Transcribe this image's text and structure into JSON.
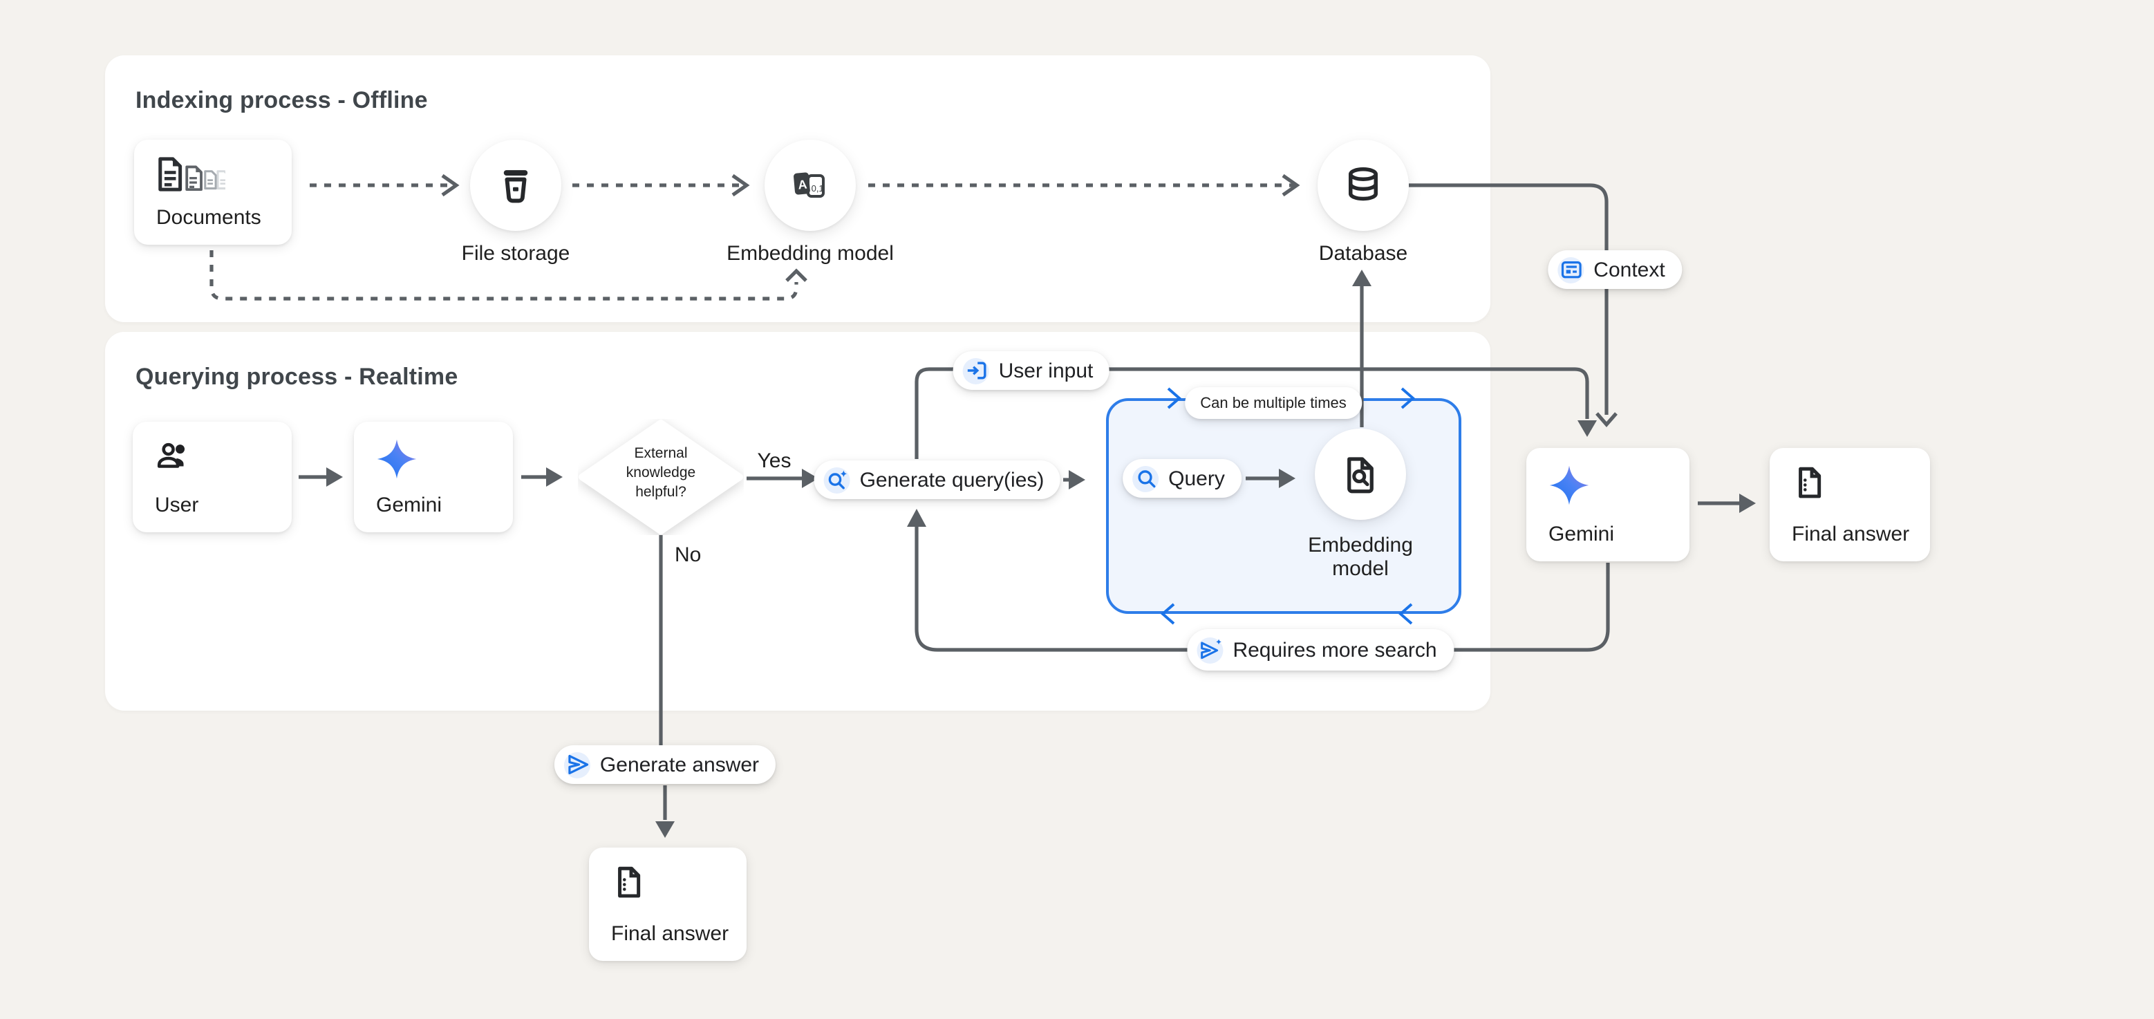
{
  "colors": {
    "background": "#f4f2ee",
    "panel": "#ffffff",
    "connector_gray": "#5b6065",
    "accent_blue": "#1a73e8",
    "loop_box_border": "#2e7de9",
    "loop_box_fill": "#f0f5fd",
    "icon_dark": "#26282b",
    "gemini_gradient_start": "#1b72f0",
    "gemini_gradient_end": "#9b7ae0"
  },
  "panels": {
    "indexing": {
      "title": "Indexing process - Offline"
    },
    "querying": {
      "title": "Querying process - Realtime"
    }
  },
  "nodes": {
    "documents": {
      "label": "Documents"
    },
    "file_storage": {
      "label": "File storage"
    },
    "embedding_model": {
      "label": "Embedding model",
      "icon_a": "A",
      "icon_nums": "0,1"
    },
    "database": {
      "label": "Database"
    },
    "user": {
      "label": "User"
    },
    "gemini": {
      "label": "Gemini"
    },
    "decision": {
      "line1": "External",
      "line2": "knowledge",
      "line3": "helpful?"
    },
    "embedding_model_loop": {
      "line1": "Embedding",
      "line2": "model"
    },
    "gemini_right": {
      "label": "Gemini"
    },
    "final_answer_right": {
      "label": "Final answer"
    },
    "final_answer_bottom": {
      "label": "Final answer"
    }
  },
  "pills": {
    "user_input": {
      "label": "User input"
    },
    "context": {
      "label": "Context"
    },
    "generate_queries": {
      "label": "Generate query(ies)"
    },
    "query": {
      "label": "Query"
    },
    "can_be_multiple_times": {
      "label": "Can be multiple times"
    },
    "requires_more_search": {
      "label": "Requires more search"
    },
    "generate_answer": {
      "label": "Generate answer"
    }
  },
  "edge_labels": {
    "yes": "Yes",
    "no": "No"
  }
}
